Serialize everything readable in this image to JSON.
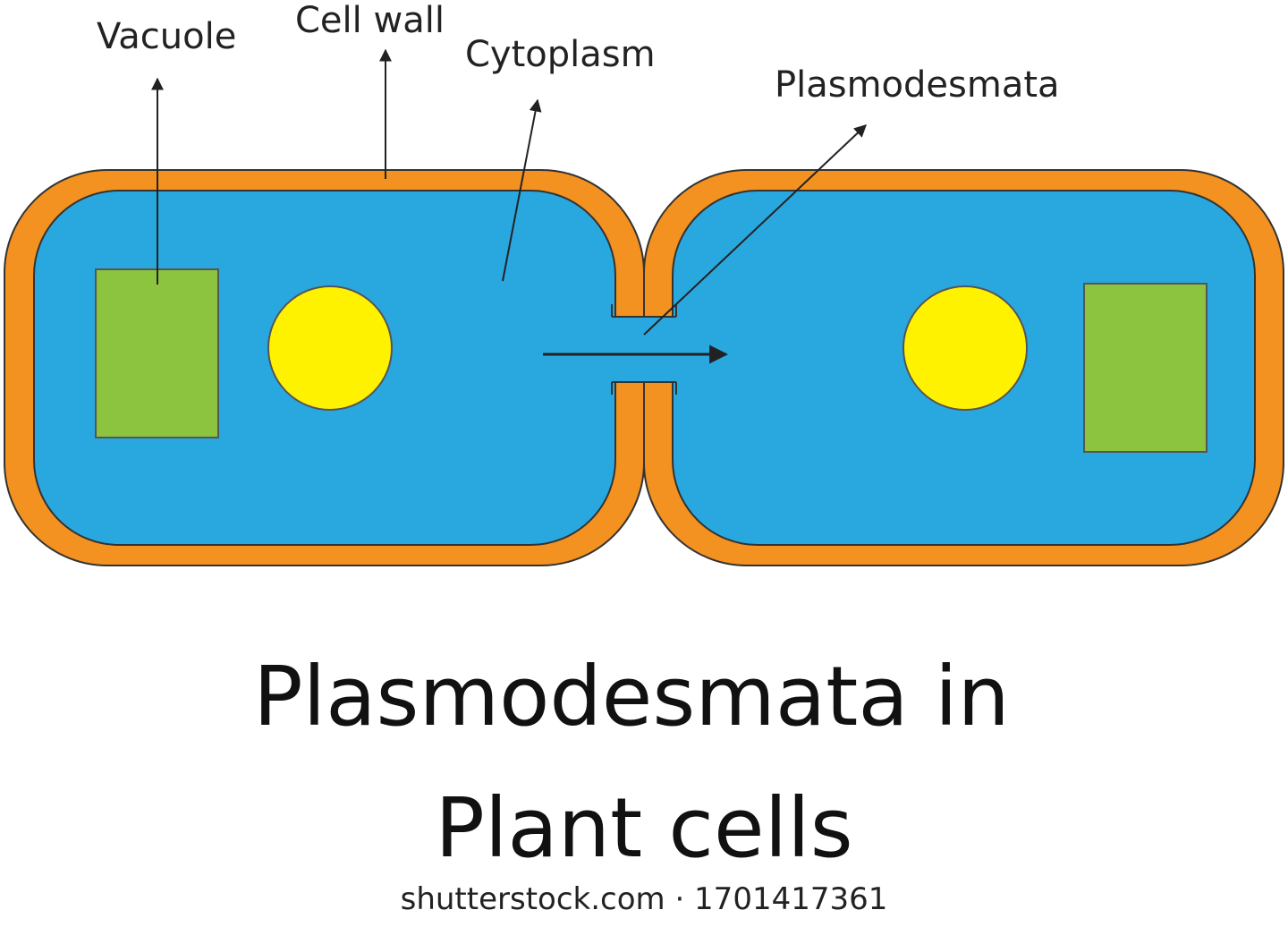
{
  "labels": {
    "vacuole": "Vacuole",
    "cell_wall": "Cell wall",
    "cytoplasm": "Cytoplasm",
    "plasmodesmata": "Plasmodesmata"
  },
  "title": {
    "line1": "Plasmodesmata in",
    "line2": "Plant cells"
  },
  "watermark": "shutterstock.com · 1701417361",
  "colors": {
    "cell_wall": "#F39220",
    "cytoplasm": "#29A8E0",
    "vacuole": "#8CC43F",
    "nucleus": "#FFF200",
    "outline": "#333333"
  }
}
